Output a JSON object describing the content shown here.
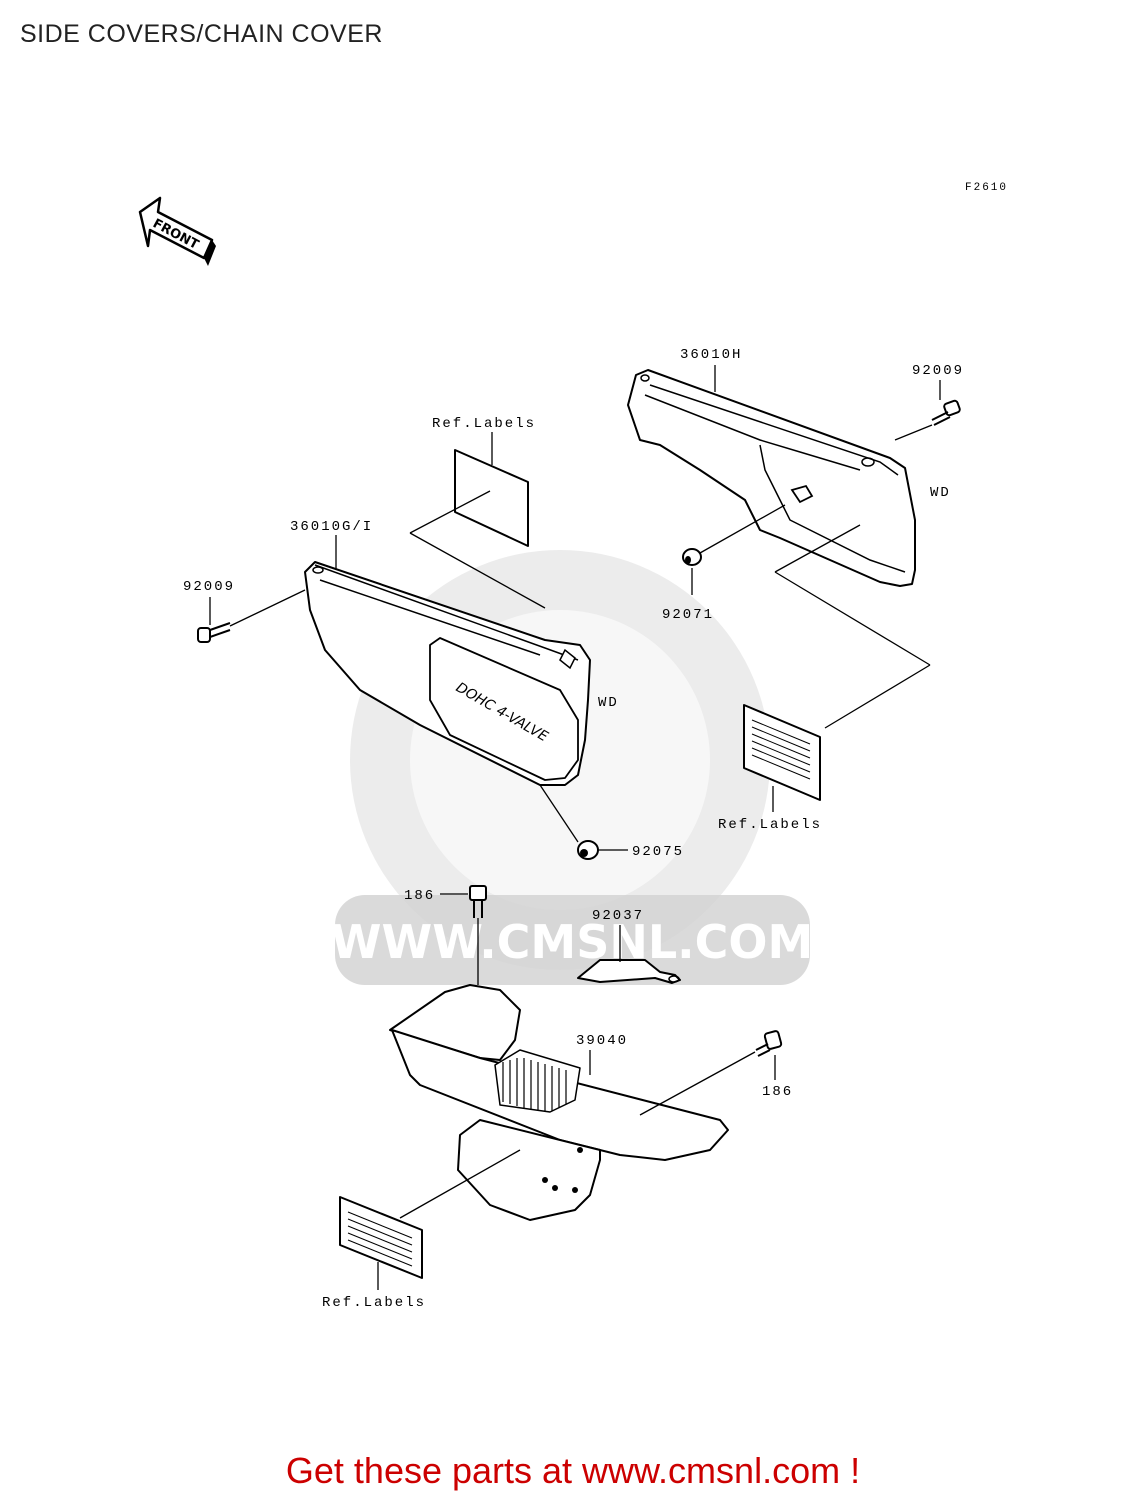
{
  "page": {
    "title": "SIDE COVERS/CHAIN COVER",
    "footer": "Get these parts at www.cmsnl.com !"
  },
  "diagram": {
    "figure_code": "F2610",
    "front_arrow": "FRONT",
    "watermark": "WWW.CMSNL.COM",
    "cover_emblem": "DOHC 4-VALVE",
    "callouts": {
      "right_cover": "36010H",
      "right_screw": "92009",
      "right_wd": "WD",
      "right_grommet": "92071",
      "right_ref_labels": "Ref.Labels",
      "left_ref_labels": "Ref.Labels",
      "left_cover": "36010G/I",
      "left_screw": "92009",
      "left_wd": "WD",
      "left_grommet": "92075",
      "chain_bolt_top": "186",
      "clamp": "92037",
      "chain_cover": "39040",
      "chain_bolt_right": "186",
      "chain_ref_labels": "Ref.Labels"
    }
  }
}
